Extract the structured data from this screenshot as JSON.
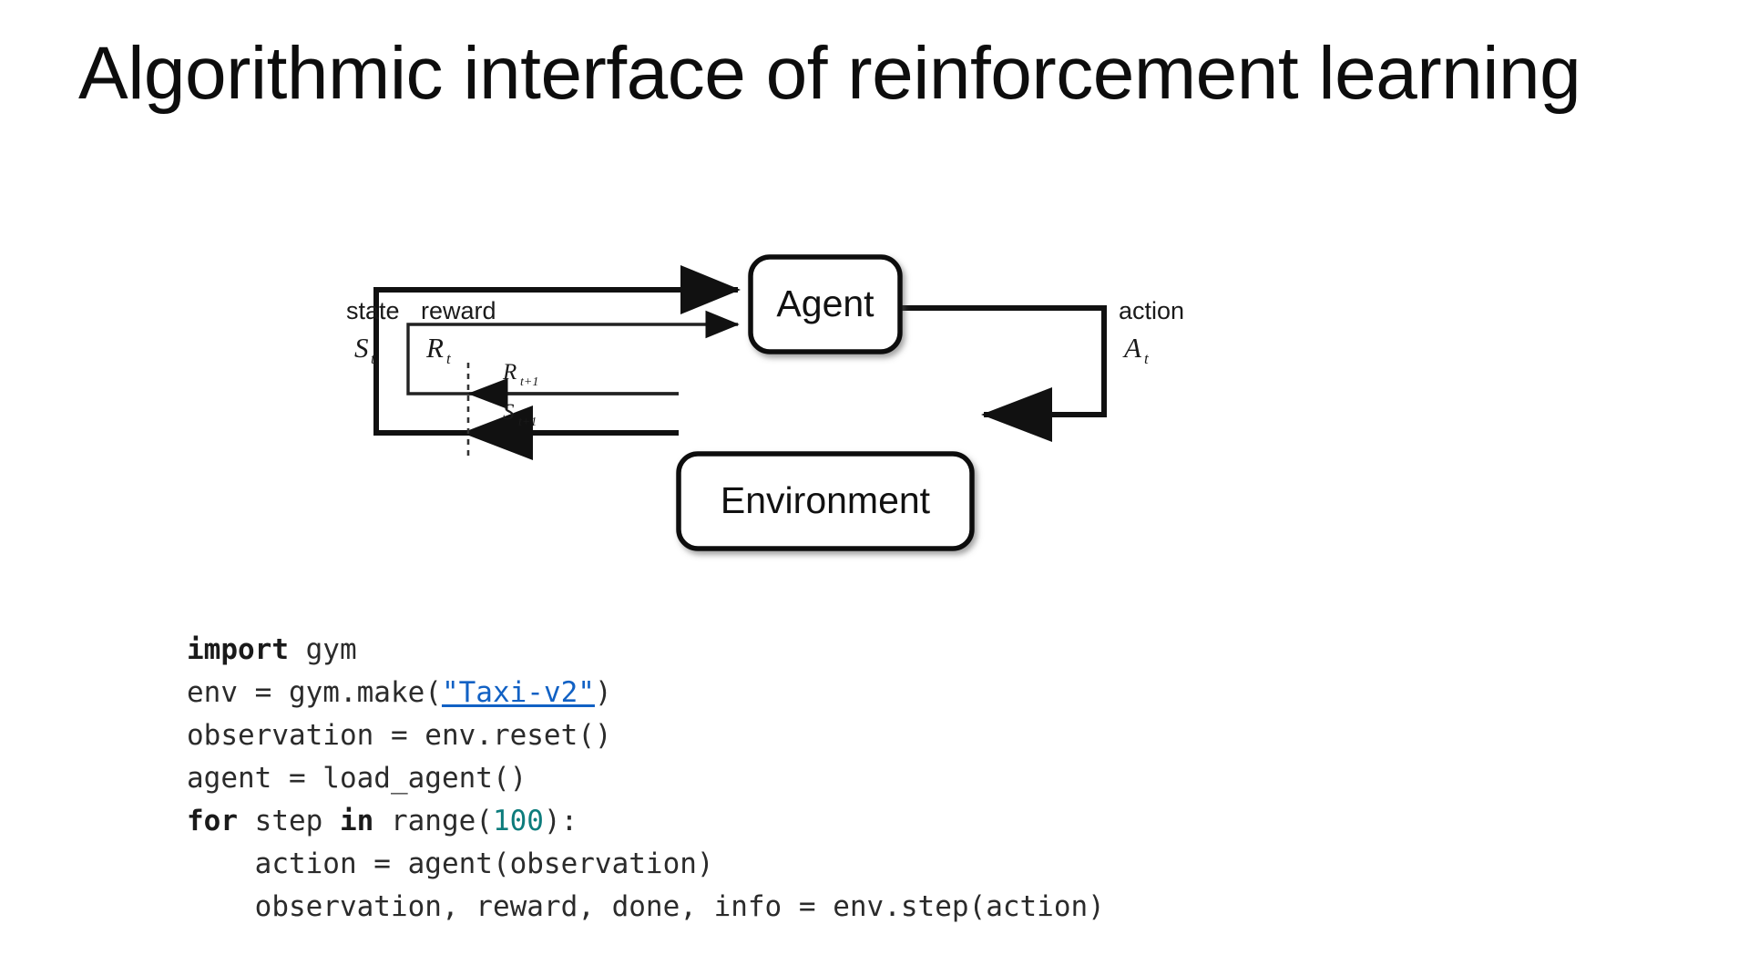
{
  "slide": {
    "title": "Algorithmic interface of reinforcement learning",
    "background_color": "#ffffff",
    "text_color": "#0d0d0d"
  },
  "diagram": {
    "name": "agent-environment-interaction-loop",
    "nodes": [
      {
        "id": "agent",
        "label": "Agent"
      },
      {
        "id": "environment",
        "label": "Environment"
      }
    ],
    "edge_labels": {
      "state_word": "state",
      "state_symbol": "S",
      "state_subscript": "t",
      "reward_word": "reward",
      "reward_symbol": "R",
      "reward_subscript": "t",
      "action_word": "action",
      "action_symbol": "A",
      "action_subscript": "t",
      "next_reward_symbol": "R",
      "next_reward_subscript": "t+1",
      "next_state_symbol": "S",
      "next_state_subscript": "t+1"
    },
    "stroke_color": "#111111",
    "box_fill": "#ffffff"
  },
  "code": {
    "language": "python",
    "keyword_color": "#1a1a1a",
    "number_color": "#0d7c7c",
    "link_color": "#1161c4",
    "text_color": "#2b2b2b",
    "lines": [
      {
        "id": "line-1",
        "tokens": [
          {
            "text": "import",
            "type": "keyword"
          },
          {
            "text": " gym",
            "type": "plain"
          }
        ]
      },
      {
        "id": "line-2",
        "tokens": [
          {
            "text": "env = gym.make(",
            "type": "plain"
          },
          {
            "text": "\"Taxi-v2\"",
            "type": "link"
          },
          {
            "text": ")",
            "type": "plain"
          }
        ]
      },
      {
        "id": "line-3",
        "tokens": [
          {
            "text": "observation = env.reset()",
            "type": "plain"
          }
        ]
      },
      {
        "id": "line-4",
        "tokens": [
          {
            "text": "agent = load_agent()",
            "type": "plain"
          }
        ]
      },
      {
        "id": "line-5",
        "tokens": [
          {
            "text": "for",
            "type": "keyword"
          },
          {
            "text": " step ",
            "type": "plain"
          },
          {
            "text": "in",
            "type": "keyword"
          },
          {
            "text": " range(",
            "type": "plain"
          },
          {
            "text": "100",
            "type": "number"
          },
          {
            "text": "):",
            "type": "plain"
          }
        ]
      },
      {
        "id": "line-6",
        "tokens": [
          {
            "text": "    action = agent(observation)",
            "type": "plain"
          }
        ]
      },
      {
        "id": "line-7",
        "tokens": [
          {
            "text": "    observation, reward, done, info = env.step(action)",
            "type": "plain"
          }
        ]
      }
    ]
  }
}
